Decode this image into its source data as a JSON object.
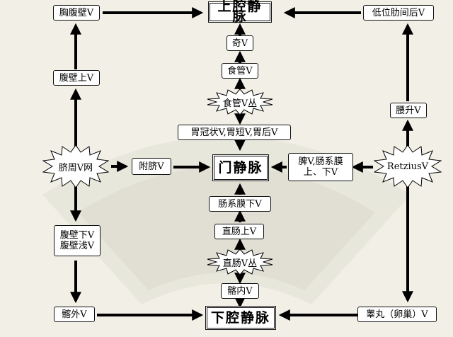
{
  "nodes": {
    "svc": "上腔静脉",
    "ivc": "下腔静脉",
    "portal": "门静脉",
    "thoracoepigastric": "胸腹壁V",
    "low_intercostal": "低位肋间后V",
    "azygos": "奇V",
    "esophageal": "食管V",
    "esophageal_plexus": "食管V丛",
    "gastric": "胃冠状V,胃短V,胃后V",
    "sup_epigastric": "腹壁上V",
    "paraumbilical_plexus": "脐周V网",
    "paraumbilical": "附脐V",
    "splenic_mesenteric": "脾V,肠系膜\n上、下V",
    "retzius": "RetziusV",
    "ascending_lumbar": "腰升V",
    "inf_mesenteric": "肠系膜下V",
    "sup_rectal": "直肠上V",
    "rectal_plexus": "直肠V丛",
    "internal_iliac": "髂内V",
    "inf_epigastric": "腹壁下V\n腹壁浅V",
    "external_iliac": "髂外V",
    "testicular_ovarian": "睾丸（卵巢）V"
  }
}
